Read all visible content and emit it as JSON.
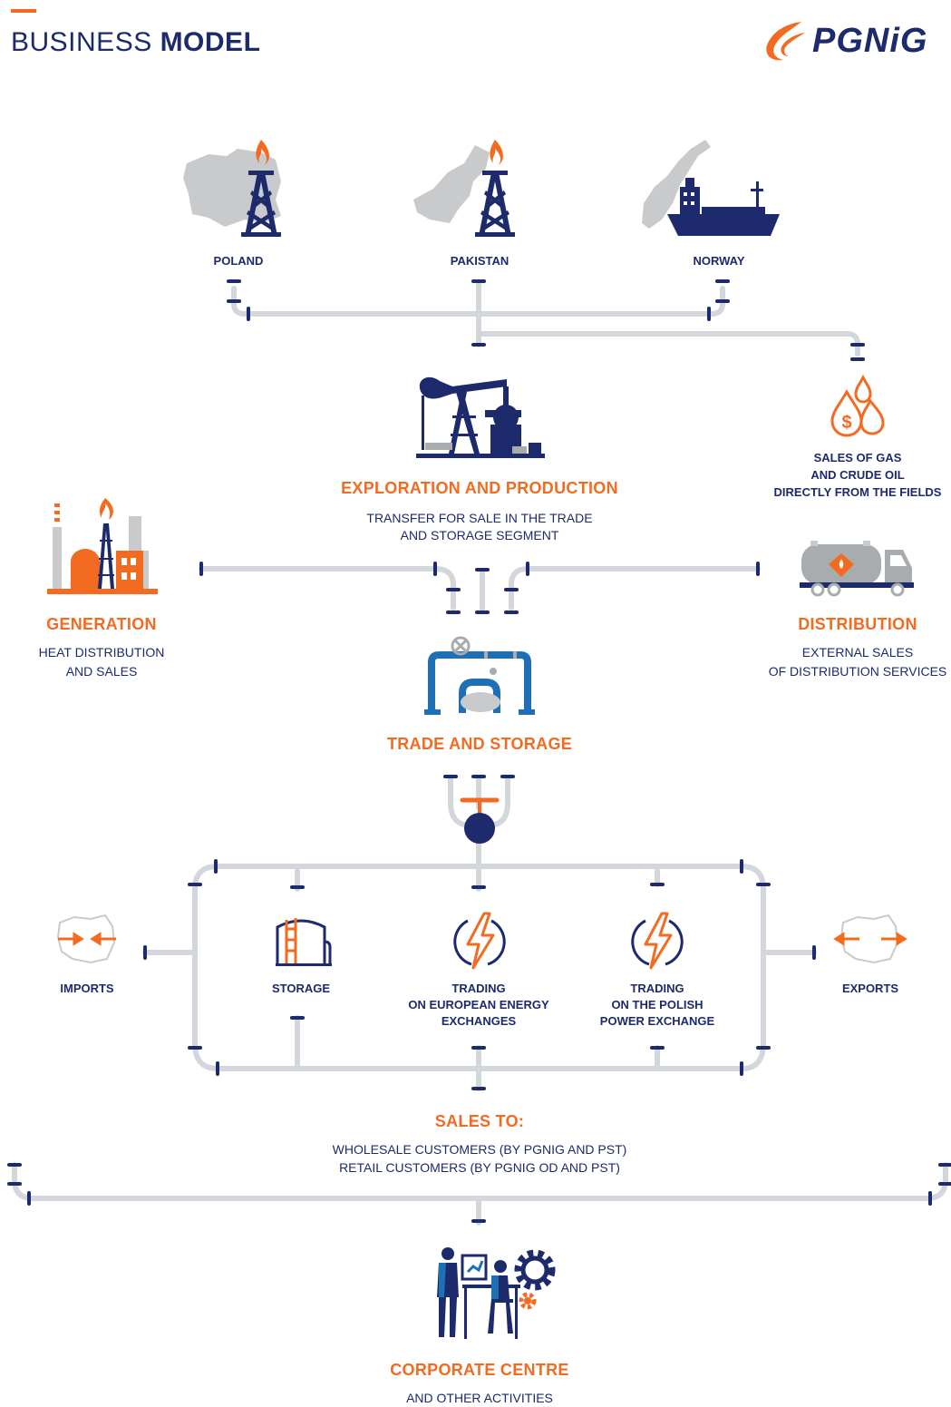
{
  "header": {
    "title_light": "BUSINESS",
    "title_bold": "MODEL",
    "logo_text": "PGNiG"
  },
  "sources": [
    {
      "label": "POLAND"
    },
    {
      "label": "PAKISTAN"
    },
    {
      "label": "NORWAY"
    }
  ],
  "exploration": {
    "title": "EXPLORATION AND PRODUCTION",
    "sub1": "TRANSFER FOR SALE IN THE TRADE",
    "sub2": "AND STORAGE SEGMENT"
  },
  "field_sales": {
    "line1": "SALES OF GAS",
    "line2": "AND CRUDE OIL",
    "line3": "DIRECTLY FROM THE FIELDS"
  },
  "generation": {
    "title": "GENERATION",
    "sub1": "HEAT DISTRIBUTION",
    "sub2": "AND SALES"
  },
  "distribution": {
    "title": "DISTRIBUTION",
    "sub1": "EXTERNAL SALES",
    "sub2": "OF DISTRIBUTION SERVICES"
  },
  "trade": {
    "title": "TRADE AND STORAGE"
  },
  "trade_items": {
    "imports": "IMPORTS",
    "storage": "STORAGE",
    "european": [
      "TRADING",
      "ON EUROPEAN ENERGY",
      "EXCHANGES"
    ],
    "polish": [
      "TRADING",
      "ON THE POLISH",
      "POWER EXCHANGE"
    ],
    "exports": "EXPORTS"
  },
  "sales": {
    "title": "SALES TO:",
    "line1": "WHOLESALE CUSTOMERS (BY PGNIG AND PST)",
    "line2": "RETAIL CUSTOMERS (BY PGNIG OD AND PST)"
  },
  "corporate": {
    "title": "CORPORATE CENTRE",
    "sub": "AND OTHER ACTIVITIES"
  },
  "colors": {
    "navy": "#1d2a6b",
    "orange": "#f26b21",
    "pipe": "#d3d6da",
    "blue": "#1f6fb5",
    "grey": "#a9acaf"
  }
}
